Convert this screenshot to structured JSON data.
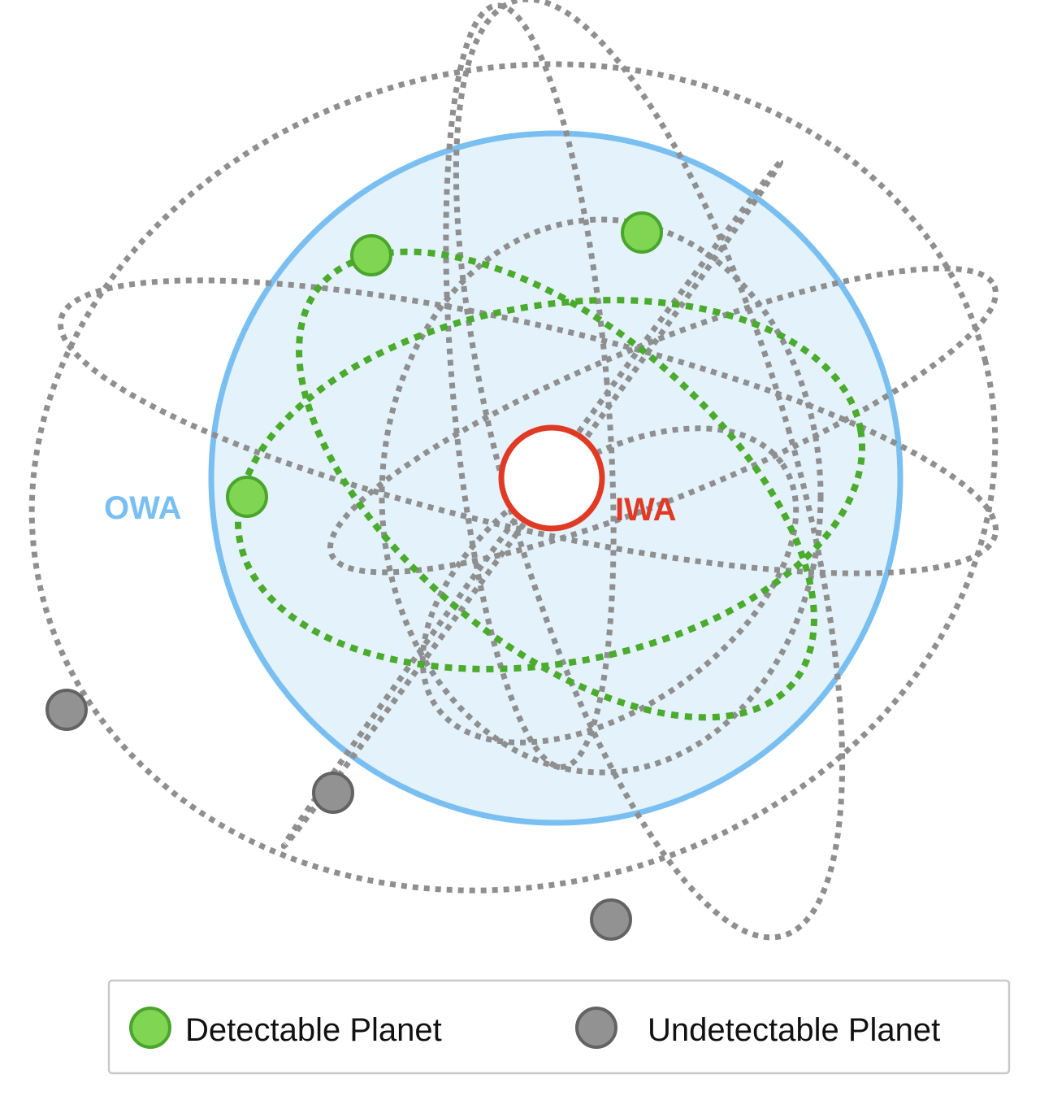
{
  "labels": {
    "owa": "OWA",
    "iwa": "IWA"
  },
  "legend": {
    "detectable": "Detectable Planet",
    "undetectable": "Undetectable Planet"
  },
  "colors": {
    "owa": "#79bff1",
    "owa_fill": "#e4f2fb",
    "iwa": "#e03a25",
    "detectable": "#80d652",
    "detectable_orbit": "#4aab2c",
    "undetectable": "#929292",
    "undetectable_orbit": "#8f8f8f"
  },
  "planets": {
    "detectable_count": 3,
    "undetectable_count": 3
  }
}
